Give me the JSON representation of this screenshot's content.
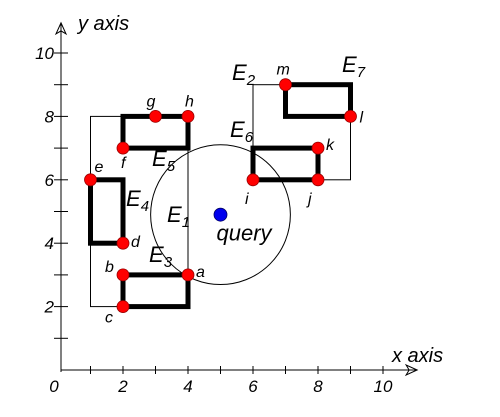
{
  "axes": {
    "x_title": "x axis",
    "y_title": "y axis",
    "origin_label": "0",
    "x_ticks": [
      {
        "value": 2,
        "label": "2"
      },
      {
        "value": 4,
        "label": "4"
      },
      {
        "value": 6,
        "label": "6"
      },
      {
        "value": 8,
        "label": "8"
      },
      {
        "value": 10,
        "label": "10"
      }
    ],
    "y_ticks": [
      {
        "value": 2,
        "label": "2"
      },
      {
        "value": 4,
        "label": "4"
      },
      {
        "value": 6,
        "label": "6"
      },
      {
        "value": 8,
        "label": "8"
      },
      {
        "value": 10,
        "label": "10"
      }
    ],
    "minor_ticks": [
      1,
      2,
      3,
      4,
      5,
      6,
      7,
      8,
      9,
      10
    ]
  },
  "points": [
    {
      "id": "a",
      "label": "a",
      "x": 4,
      "y": 3
    },
    {
      "id": "b",
      "label": "b",
      "x": 2,
      "y": 3
    },
    {
      "id": "c",
      "label": "c",
      "x": 2,
      "y": 2
    },
    {
      "id": "d",
      "label": "d",
      "x": 2,
      "y": 4
    },
    {
      "id": "e",
      "label": "e",
      "x": 1,
      "y": 6
    },
    {
      "id": "f",
      "label": "f",
      "x": 2,
      "y": 7
    },
    {
      "id": "g",
      "label": "g",
      "x": 3,
      "y": 8
    },
    {
      "id": "h",
      "label": "h",
      "x": 4,
      "y": 8
    },
    {
      "id": "i",
      "label": "i",
      "x": 6,
      "y": 6
    },
    {
      "id": "j",
      "label": "j",
      "x": 8,
      "y": 6
    },
    {
      "id": "k",
      "label": "k",
      "x": 8,
      "y": 7
    },
    {
      "id": "l",
      "label": "l",
      "x": 9,
      "y": 8
    },
    {
      "id": "m",
      "label": "m",
      "x": 7,
      "y": 9
    }
  ],
  "leaf_mbrs": [
    {
      "name": "E",
      "sub": "3",
      "x1": 2,
      "y1": 2,
      "x2": 4,
      "y2": 3
    },
    {
      "name": "E",
      "sub": "4",
      "x1": 1,
      "y1": 4,
      "x2": 2,
      "y2": 6
    },
    {
      "name": "E",
      "sub": "5",
      "x1": 2,
      "y1": 7,
      "x2": 4,
      "y2": 8
    },
    {
      "name": "E",
      "sub": "6",
      "x1": 6,
      "y1": 6,
      "x2": 8,
      "y2": 7
    },
    {
      "name": "E",
      "sub": "7",
      "x1": 7,
      "y1": 8,
      "x2": 9,
      "y2": 9
    }
  ],
  "parent_mbrs": [
    {
      "name": "E",
      "sub": "1",
      "x1": 1,
      "y1": 2,
      "x2": 4,
      "y2": 8
    },
    {
      "name": "E",
      "sub": "2",
      "x1": 6,
      "y1": 6,
      "x2": 9,
      "y2": 9
    }
  ],
  "query": {
    "label": "query",
    "x": 5,
    "y": 4.9,
    "radius": 2.15
  },
  "colors": {
    "point": "#ff0000",
    "query": "#0000ee",
    "line": "#000000"
  }
}
